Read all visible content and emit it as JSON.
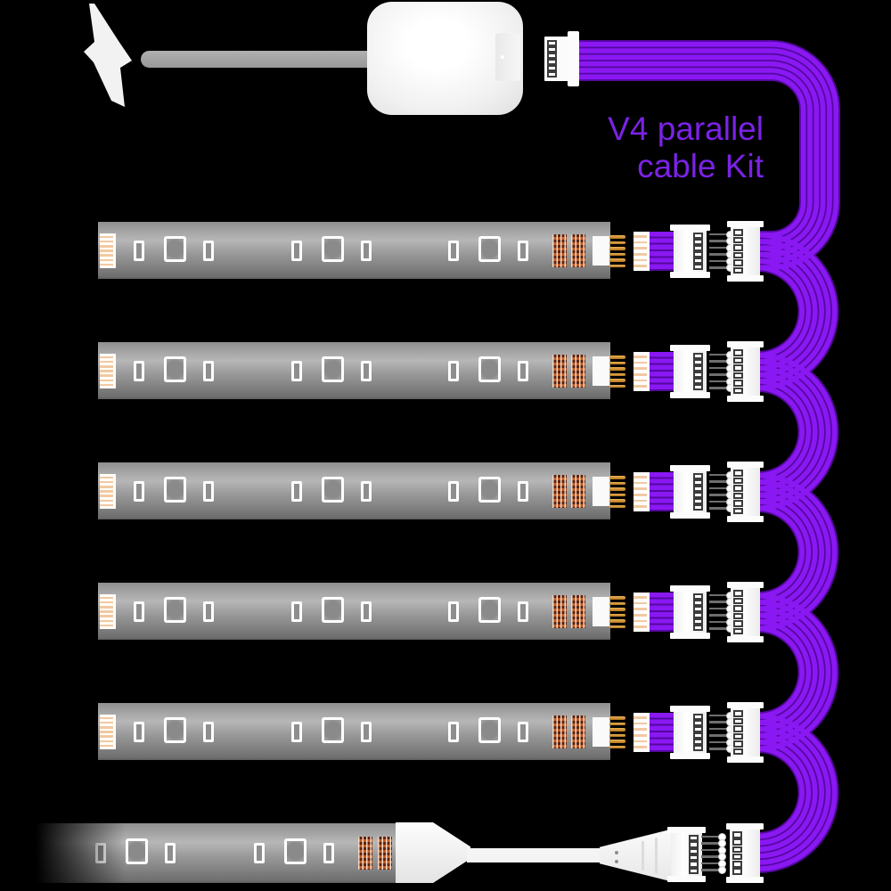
{
  "canvas": {
    "background": "#000000"
  },
  "title": {
    "line1": "V4 parallel",
    "line2": "cable Kit",
    "color": "#7B22E6"
  },
  "power_input": {
    "bolt_icon": "lightning-bolt-icon",
    "bolt_color": "#F2F2F2",
    "cord_color": "#A4A4A4",
    "adapter_color": "#F4F4F4"
  },
  "ribbon_cable": {
    "conductor_count": 6,
    "bright_color": "#8A18F2",
    "dark_color": "#54089E",
    "loop_count": 5
  },
  "connectors": {
    "pin_count": 6,
    "housing_color": "#FAFAFA",
    "pin_border_color": "#3C3C3C",
    "gold_pin_color": "#D08C2E",
    "solder_line_color": "#F2C9A2",
    "solder_line_count": 7
  },
  "led_strips": {
    "parallel_count": 5,
    "led_groups_per_strip": 3,
    "bottom_led_groups": 2,
    "pcb_top_color": "#8F8F8F",
    "pcb_light_color": "#B7B7B7",
    "pcb_dark_color": "#6E6E6E",
    "resistor_block_color": "#6B2D12",
    "resistor_block_accent": "#C05A24"
  },
  "bottom_link": {
    "cable_color": "#F4F4F4"
  }
}
